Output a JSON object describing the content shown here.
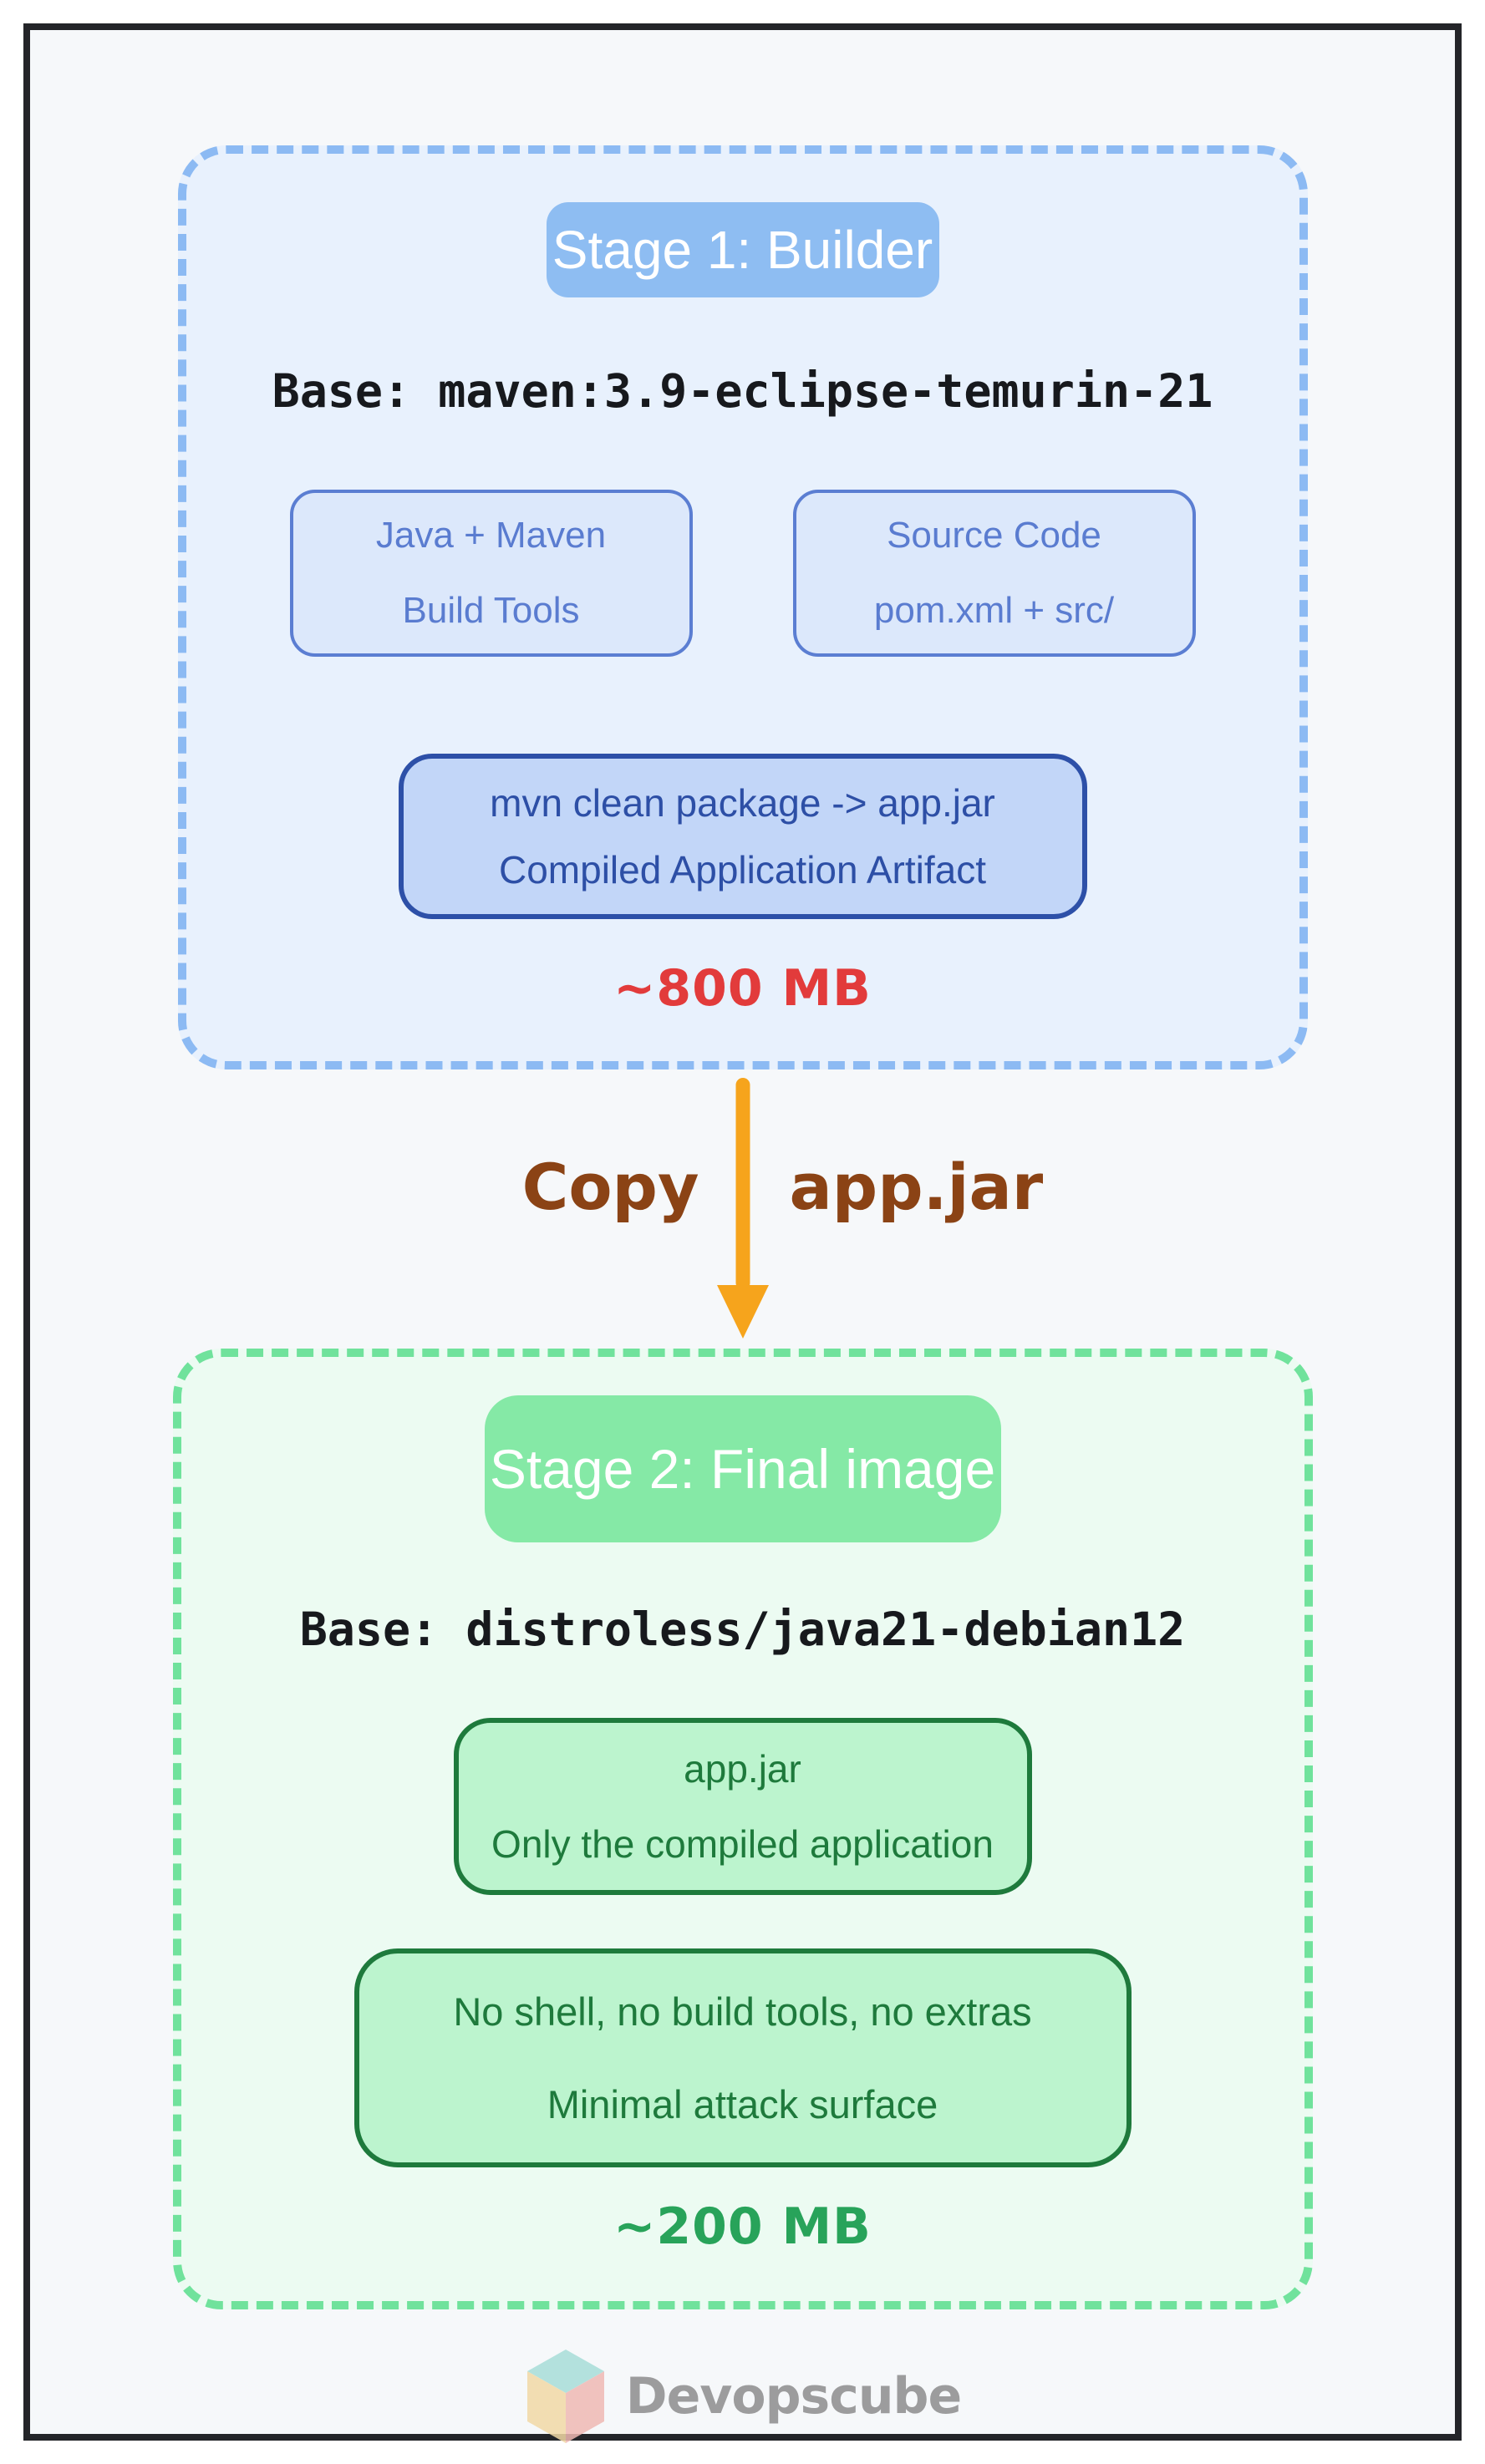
{
  "stage1": {
    "title": "Stage 1: Builder",
    "base_label": "Base: maven:3.9-eclipse-temurin-21",
    "boxes": [
      {
        "line1": "Java + Maven",
        "line2": "Build Tools"
      },
      {
        "line1": "Source Code",
        "line2": "pom.xml + src/"
      }
    ],
    "artifact_box": {
      "line1": "mvn clean package -> app.jar",
      "line2": "Compiled Application Artifact"
    },
    "size_label": "~800 MB"
  },
  "transfer": {
    "left_label": "Copy",
    "right_label": "app.jar"
  },
  "stage2": {
    "title": "Stage 2: Final image",
    "base_label": "Base: distroless/java21-debian12",
    "boxes": [
      {
        "line1": "app.jar",
        "line2": "Only the compiled application"
      },
      {
        "line1": "No shell, no build tools, no extras",
        "line2": "Minimal attack surface"
      }
    ],
    "size_label": "~200 MB"
  },
  "footer": {
    "brand": "Devopscube"
  },
  "colors": {
    "frame_border": "#242529",
    "canvas_bg": "#f6f8fa",
    "stage1_dash": "#8cbaf3",
    "stage1_bg": "#e8f1fd",
    "stage1_header_bg": "#8ebdf2",
    "info_box_bg": "#dce8fb",
    "info_box_border": "#5b7ed2",
    "artifact_box_bg": "#c2d6f8",
    "artifact_box_border": "#2d50a8",
    "size1_text": "#e23b3b",
    "arrow": "#f6a41c",
    "transfer_text": "#8b4315",
    "stage2_dash": "#70e29c",
    "stage2_bg": "#ecfbf2",
    "stage2_header_bg": "#85e9a6",
    "green_box_bg": "#bcf4ce",
    "green_box_border": "#1e7a3c",
    "size2_text": "#28a35a",
    "brand_text": "#8d8d8d",
    "cube_top": "#a8ded8",
    "cube_left": "#f2d9a6",
    "cube_right": "#f0b9b4"
  }
}
